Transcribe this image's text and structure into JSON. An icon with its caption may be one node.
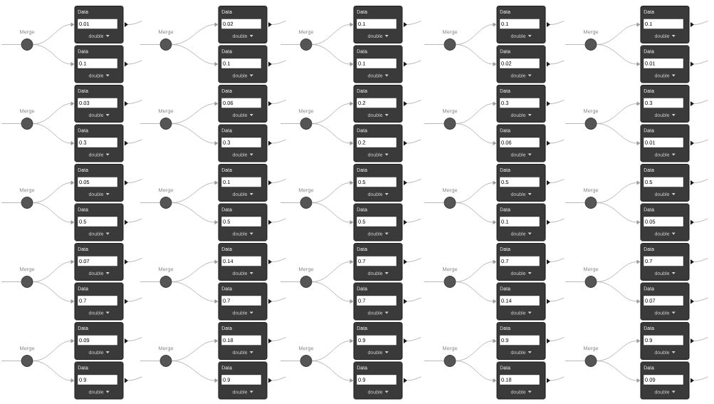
{
  "diagram": {
    "nodes": [
      {
        "text": [
          "Merge"
        ]
      },
      {
        "text": [
          "Data",
          "0.01",
          "double"
        ]
      },
      {
        "text": [
          "Data",
          "0.1",
          "double"
        ]
      },
      {
        "text": [
          "Merge"
        ]
      },
      {
        "text": [
          "Data",
          "0.03",
          "double"
        ]
      },
      {
        "text": [
          "Data",
          "0.3",
          "double"
        ]
      },
      {
        "text": [
          "Merge"
        ]
      },
      {
        "text": [
          "Data",
          "0.05",
          "double"
        ]
      },
      {
        "text": [
          "Data",
          "0.5",
          "double"
        ]
      },
      {
        "text": [
          "Merge"
        ]
      },
      {
        "text": [
          "Data",
          "0.07",
          "double"
        ]
      },
      {
        "text": [
          "Data",
          "0.7",
          "double"
        ]
      },
      {
        "text": [
          "Merge"
        ]
      },
      {
        "text": [
          "Data",
          "0.09",
          "double"
        ]
      },
      {
        "text": [
          "Data",
          "0.9",
          "double"
        ]
      },
      {
        "text": [
          "Merge"
        ]
      },
      {
        "text": [
          "Data",
          "0.02",
          "double"
        ]
      },
      {
        "text": [
          "Data",
          "0.1",
          "double"
        ]
      },
      {
        "text": [
          "Merge"
        ]
      },
      {
        "text": [
          "Data",
          "0.06",
          "double"
        ]
      },
      {
        "text": [
          "Data",
          "0.3",
          "double"
        ]
      },
      {
        "text": [
          "Merge"
        ]
      },
      {
        "text": [
          "Data",
          "0.1",
          "double"
        ]
      },
      {
        "text": [
          "Data",
          "0.5",
          "double"
        ]
      },
      {
        "text": [
          "Merge"
        ]
      },
      {
        "text": [
          "Data",
          "0.14",
          "double"
        ]
      },
      {
        "text": [
          "Data",
          "0.7",
          "double"
        ]
      },
      {
        "text": [
          "Merge"
        ]
      },
      {
        "text": [
          "Data",
          "0.18",
          "double"
        ]
      },
      {
        "text": [
          "Data",
          "0.9",
          "double"
        ]
      },
      {
        "text": [
          "Merge"
        ]
      },
      {
        "text": [
          "Data",
          "0.1",
          "double"
        ]
      },
      {
        "text": [
          "Data",
          "0.1",
          "double"
        ]
      },
      {
        "text": [
          "Merge"
        ]
      },
      {
        "text": [
          "Data",
          "0.2",
          "double"
        ]
      },
      {
        "text": [
          "Data",
          "0.2",
          "double"
        ]
      },
      {
        "text": [
          "Merge"
        ]
      },
      {
        "text": [
          "Data",
          "0.5",
          "double"
        ]
      },
      {
        "text": [
          "Data",
          "0.5",
          "double"
        ]
      },
      {
        "text": [
          "Merge"
        ]
      },
      {
        "text": [
          "Data",
          "0.7",
          "double"
        ]
      },
      {
        "text": [
          "Data",
          "0.7",
          "double"
        ]
      },
      {
        "text": [
          "Merge"
        ]
      },
      {
        "text": [
          "Data",
          "0.9",
          "double"
        ]
      },
      {
        "text": [
          "Data",
          "0.9",
          "double"
        ]
      },
      {
        "text": [
          "Merge"
        ]
      },
      {
        "text": [
          "Data",
          "0.1",
          "double"
        ]
      },
      {
        "text": [
          "Data",
          "0.02",
          "double"
        ]
      },
      {
        "text": [
          "Merge"
        ]
      },
      {
        "text": [
          "Data",
          "0.3",
          "double"
        ]
      },
      {
        "text": [
          "Data",
          "0.06",
          "double"
        ]
      },
      {
        "text": [
          "Merge"
        ]
      },
      {
        "text": [
          "Data",
          "0.5",
          "double"
        ]
      },
      {
        "text": [
          "Data",
          "0.1",
          "double"
        ]
      },
      {
        "text": [
          "Merge"
        ]
      },
      {
        "text": [
          "Data",
          "0.7",
          "double"
        ]
      },
      {
        "text": [
          "Data",
          "0.14",
          "double"
        ]
      },
      {
        "text": [
          "Merge"
        ]
      },
      {
        "text": [
          "Data",
          "0.9",
          "double"
        ]
      },
      {
        "text": [
          "Data",
          "0.18",
          "double"
        ]
      },
      {
        "text": [
          "Merge"
        ]
      },
      {
        "text": [
          "Data",
          "0.1",
          "double"
        ]
      },
      {
        "text": [
          "Data",
          "0.01",
          "double"
        ]
      },
      {
        "text": [
          "Merge"
        ]
      },
      {
        "text": [
          "Data",
          "0.3",
          "double"
        ]
      },
      {
        "text": [
          "Data",
          "0.01",
          "double"
        ]
      },
      {
        "text": [
          "Merge"
        ]
      },
      {
        "text": [
          "Data",
          "0.5",
          "double"
        ]
      },
      {
        "text": [
          "Data",
          "0.05",
          "double"
        ]
      },
      {
        "text": [
          "Merge"
        ]
      },
      {
        "text": [
          "Data",
          "0.7",
          "double"
        ]
      },
      {
        "text": [
          "Data",
          "0.07",
          "double"
        ]
      },
      {
        "text": [
          "Merge"
        ]
      },
      {
        "text": [
          "Data",
          "0.9",
          "double"
        ]
      },
      {
        "text": [
          "Data",
          "0.09",
          "double"
        ]
      }
    ],
    "edges": [
      {
        "from": null,
        "to": 0,
        "arrow": "none"
      },
      {
        "from": 0,
        "to": 1,
        "arrow": "to"
      },
      {
        "from": 0,
        "to": 2,
        "arrow": "to"
      },
      {
        "from": 1,
        "to": null,
        "arrow": "none"
      },
      {
        "from": 2,
        "to": null,
        "arrow": "none"
      },
      {
        "from": null,
        "to": 3,
        "arrow": "none"
      },
      {
        "from": 3,
        "to": 4,
        "arrow": "to"
      },
      {
        "from": 3,
        "to": 5,
        "arrow": "to"
      },
      {
        "from": 4,
        "to": null,
        "arrow": "none"
      },
      {
        "from": 5,
        "to": null,
        "arrow": "none"
      },
      {
        "from": null,
        "to": 6,
        "arrow": "none"
      },
      {
        "from": 6,
        "to": 7,
        "arrow": "to"
      },
      {
        "from": 6,
        "to": 8,
        "arrow": "to"
      },
      {
        "from": 7,
        "to": null,
        "arrow": "none"
      },
      {
        "from": 8,
        "to": null,
        "arrow": "none"
      },
      {
        "from": null,
        "to": 9,
        "arrow": "none"
      },
      {
        "from": 9,
        "to": 10,
        "arrow": "to"
      },
      {
        "from": 9,
        "to": 11,
        "arrow": "to"
      },
      {
        "from": 10,
        "to": null,
        "arrow": "none"
      },
      {
        "from": 11,
        "to": null,
        "arrow": "none"
      },
      {
        "from": null,
        "to": 12,
        "arrow": "none"
      },
      {
        "from": 12,
        "to": 13,
        "arrow": "to"
      },
      {
        "from": 12,
        "to": 14,
        "arrow": "to"
      },
      {
        "from": 13,
        "to": null,
        "arrow": "none"
      },
      {
        "from": 14,
        "to": null,
        "arrow": "none"
      },
      {
        "from": null,
        "to": 15,
        "arrow": "none"
      },
      {
        "from": 15,
        "to": 16,
        "arrow": "to"
      },
      {
        "from": 15,
        "to": 17,
        "arrow": "to"
      },
      {
        "from": 16,
        "to": null,
        "arrow": "none"
      },
      {
        "from": 17,
        "to": null,
        "arrow": "none"
      },
      {
        "from": null,
        "to": 18,
        "arrow": "none"
      },
      {
        "from": 18,
        "to": 19,
        "arrow": "to"
      },
      {
        "from": 18,
        "to": 20,
        "arrow": "to"
      },
      {
        "from": 19,
        "to": null,
        "arrow": "none"
      },
      {
        "from": 20,
        "to": null,
        "arrow": "none"
      },
      {
        "from": null,
        "to": 21,
        "arrow": "none"
      },
      {
        "from": 21,
        "to": 22,
        "arrow": "to"
      },
      {
        "from": 21,
        "to": 23,
        "arrow": "to"
      },
      {
        "from": 22,
        "to": null,
        "arrow": "none"
      },
      {
        "from": 23,
        "to": null,
        "arrow": "none"
      },
      {
        "from": null,
        "to": 24,
        "arrow": "none"
      },
      {
        "from": 24,
        "to": 25,
        "arrow": "to"
      },
      {
        "from": 24,
        "to": 26,
        "arrow": "to"
      },
      {
        "from": 25,
        "to": null,
        "arrow": "none"
      },
      {
        "from": 26,
        "to": null,
        "arrow": "none"
      },
      {
        "from": null,
        "to": 27,
        "arrow": "none"
      },
      {
        "from": 27,
        "to": 28,
        "arrow": "to"
      },
      {
        "from": 27,
        "to": 29,
        "arrow": "to"
      },
      {
        "from": 28,
        "to": null,
        "arrow": "none"
      },
      {
        "from": 29,
        "to": null,
        "arrow": "none"
      },
      {
        "from": null,
        "to": 30,
        "arrow": "none"
      },
      {
        "from": 30,
        "to": 31,
        "arrow": "to"
      },
      {
        "from": 30,
        "to": 32,
        "arrow": "to"
      },
      {
        "from": 31,
        "to": null,
        "arrow": "none"
      },
      {
        "from": 32,
        "to": null,
        "arrow": "none"
      },
      {
        "from": null,
        "to": 33,
        "arrow": "none"
      },
      {
        "from": 33,
        "to": 34,
        "arrow": "to"
      },
      {
        "from": 33,
        "to": 35,
        "arrow": "to"
      },
      {
        "from": 34,
        "to": null,
        "arrow": "none"
      },
      {
        "from": 35,
        "to": null,
        "arrow": "none"
      },
      {
        "from": null,
        "to": 36,
        "arrow": "none"
      },
      {
        "from": 36,
        "to": 37,
        "arrow": "to"
      },
      {
        "from": 36,
        "to": 38,
        "arrow": "to"
      },
      {
        "from": 37,
        "to": null,
        "arrow": "none"
      },
      {
        "from": 38,
        "to": null,
        "arrow": "none"
      },
      {
        "from": null,
        "to": 39,
        "arrow": "none"
      },
      {
        "from": 39,
        "to": 40,
        "arrow": "to"
      },
      {
        "from": 39,
        "to": 41,
        "arrow": "to"
      },
      {
        "from": 40,
        "to": null,
        "arrow": "none"
      },
      {
        "from": 41,
        "to": null,
        "arrow": "none"
      },
      {
        "from": null,
        "to": 42,
        "arrow": "none"
      },
      {
        "from": 42,
        "to": 43,
        "arrow": "to"
      },
      {
        "from": 42,
        "to": 44,
        "arrow": "to"
      },
      {
        "from": 43,
        "to": null,
        "arrow": "none"
      },
      {
        "from": 44,
        "to": null,
        "arrow": "none"
      },
      {
        "from": null,
        "to": 45,
        "arrow": "none"
      },
      {
        "from": 45,
        "to": 46,
        "arrow": "to"
      },
      {
        "from": 45,
        "to": 47,
        "arrow": "to"
      },
      {
        "from": 46,
        "to": null,
        "arrow": "none"
      },
      {
        "from": 47,
        "to": null,
        "arrow": "none"
      },
      {
        "from": null,
        "to": 48,
        "arrow": "none"
      },
      {
        "from": 48,
        "to": 49,
        "arrow": "to"
      },
      {
        "from": 48,
        "to": 50,
        "arrow": "to"
      },
      {
        "from": 49,
        "to": null,
        "arrow": "none"
      },
      {
        "from": 50,
        "to": null,
        "arrow": "none"
      },
      {
        "from": null,
        "to": 51,
        "arrow": "none"
      },
      {
        "from": 51,
        "to": 52,
        "arrow": "to"
      },
      {
        "from": 51,
        "to": 53,
        "arrow": "to"
      },
      {
        "from": 52,
        "to": null,
        "arrow": "none"
      },
      {
        "from": 53,
        "to": null,
        "arrow": "none"
      },
      {
        "from": null,
        "to": 54,
        "arrow": "none"
      },
      {
        "from": 54,
        "to": 55,
        "arrow": "to"
      },
      {
        "from": 54,
        "to": 56,
        "arrow": "to"
      },
      {
        "from": 55,
        "to": null,
        "arrow": "none"
      },
      {
        "from": 56,
        "to": null,
        "arrow": "none"
      },
      {
        "from": null,
        "to": 57,
        "arrow": "none"
      },
      {
        "from": 57,
        "to": 58,
        "arrow": "to"
      },
      {
        "from": 57,
        "to": 59,
        "arrow": "to"
      },
      {
        "from": 58,
        "to": null,
        "arrow": "none"
      },
      {
        "from": 59,
        "to": null,
        "arrow": "none"
      },
      {
        "from": null,
        "to": 60,
        "arrow": "none"
      },
      {
        "from": 60,
        "to": 61,
        "arrow": "to"
      },
      {
        "from": 60,
        "to": 62,
        "arrow": "to"
      },
      {
        "from": 61,
        "to": null,
        "arrow": "none"
      },
      {
        "from": 62,
        "to": null,
        "arrow": "none"
      },
      {
        "from": null,
        "to": 63,
        "arrow": "none"
      },
      {
        "from": 63,
        "to": 64,
        "arrow": "to"
      },
      {
        "from": 63,
        "to": 65,
        "arrow": "to"
      },
      {
        "from": 64,
        "to": null,
        "arrow": "none"
      },
      {
        "from": 65,
        "to": null,
        "arrow": "none"
      },
      {
        "from": null,
        "to": 66,
        "arrow": "none"
      },
      {
        "from": 66,
        "to": 67,
        "arrow": "to"
      },
      {
        "from": 66,
        "to": 68,
        "arrow": "to"
      },
      {
        "from": 67,
        "to": null,
        "arrow": "none"
      },
      {
        "from": 68,
        "to": null,
        "arrow": "none"
      },
      {
        "from": null,
        "to": 69,
        "arrow": "none"
      },
      {
        "from": 69,
        "to": 70,
        "arrow": "to"
      },
      {
        "from": 69,
        "to": 71,
        "arrow": "to"
      },
      {
        "from": 70,
        "to": null,
        "arrow": "none"
      },
      {
        "from": 71,
        "to": null,
        "arrow": "none"
      },
      {
        "from": null,
        "to": 72,
        "arrow": "none"
      },
      {
        "from": 72,
        "to": 73,
        "arrow": "to"
      },
      {
        "from": 72,
        "to": 74,
        "arrow": "to"
      },
      {
        "from": 73,
        "to": null,
        "arrow": "none"
      },
      {
        "from": 74,
        "to": null,
        "arrow": "none"
      }
    ]
  }
}
